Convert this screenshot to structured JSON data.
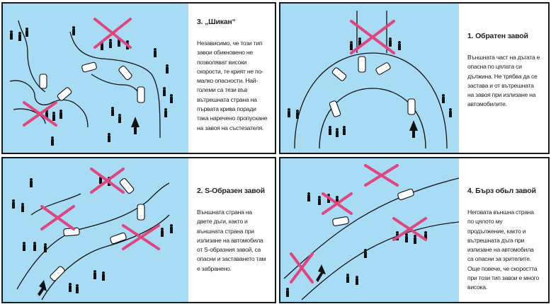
{
  "panels": [
    {
      "title": "3. „Шикан“",
      "body": "Независимо, че този тип завои обикновено не позволяват високи скорости, те крият не по-малко опасности. Най-големи са тези във вътрешната страна на първата крива поради така наречено пропускане на завоя на състезателя."
    },
    {
      "title": "1. Обратен завой",
      "body": "Външната част на дъгата е опасна по цялата си дължина. Не трябва да се застава и от вътрешната на завоя при излизане на автомобилите."
    },
    {
      "title": "2. S-Образен  завой",
      "body": "Външната страна на двете дъги, както и външната страна при излизане на автомобила от S-образния завой, са опасни и заставането там е забранено."
    },
    {
      "title": "4. Бърз обьл завой",
      "body": "Неговата външна страна по цялото му продължение, както и вътрешната дъга при излизане на автомобила са опасни за зрителите. Още повече, че скоростта при този тип завои е много висока."
    }
  ],
  "colors": {
    "sky": "#a8dcf4",
    "cross": "#e0457e",
    "ink": "#111111"
  },
  "icons": [
    "car-icon",
    "spectator-icon",
    "danger-cross-icon",
    "direction-arrow-icon"
  ]
}
